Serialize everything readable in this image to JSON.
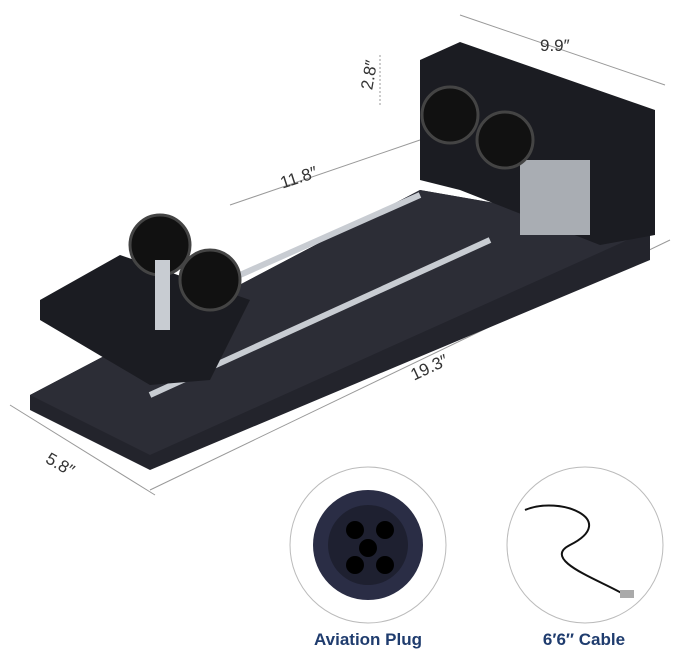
{
  "dimensions": {
    "width": "9.9″",
    "height": "2.8″",
    "rail": "11.8″",
    "length": "19.3″",
    "depth": "5.8″"
  },
  "insets": [
    {
      "label": "Aviation Plug"
    },
    {
      "label": "6′6″ Cable"
    }
  ],
  "colors": {
    "body": "#1e1f26",
    "metal": "#c8ccd2",
    "caption": "#1f3c6e"
  }
}
